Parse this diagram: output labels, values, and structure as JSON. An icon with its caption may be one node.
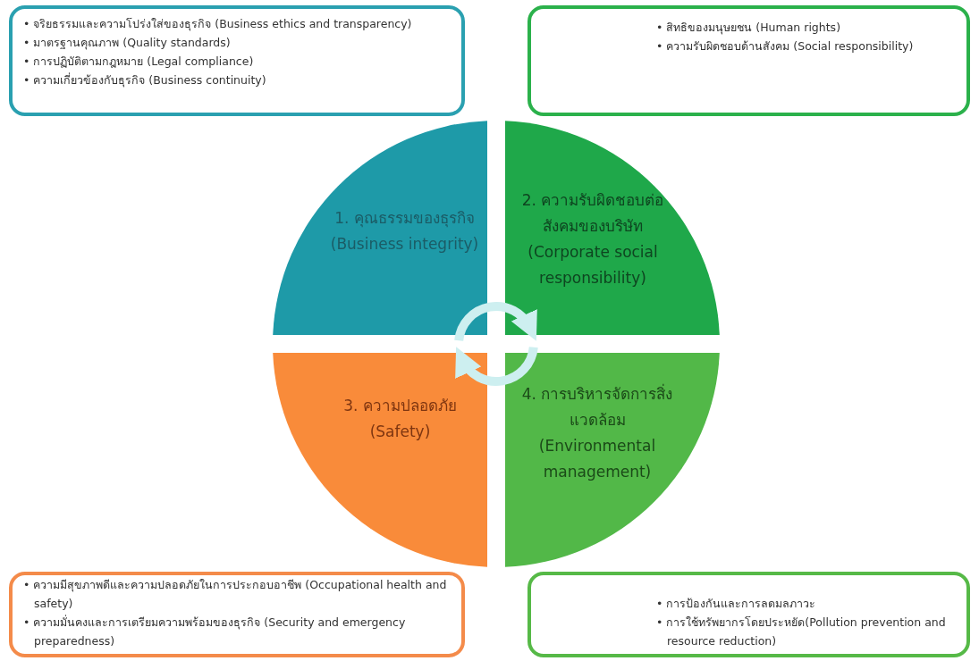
{
  "diagram": {
    "nodes": [
      {
        "text": [
          "• จริยธรรมและความโปร่งใส่ของธุรกิจ (Business ethics and transparency)",
          "• มาตรฐานคุณภาพ (Quality standards)",
          "• การปฏิบัติตามกฎหมาย (Legal compliance)",
          "• ความเกี่ยวข้องกับธุรกิจ (Business continuity)"
        ]
      },
      {
        "text": [
          "• สิทธิของมนุษยชน (Human rights)",
          "• ความรับผิดชอบด้านสังคม (Social responsibility)"
        ]
      },
      {
        "text": [
          "1. คุณธรรมของธุรกิจ (Business integrity)"
        ]
      },
      {
        "text": [
          "2. ความรับผิดชอบต่อสังคมของบริษัท (Corporate social responsibility)"
        ]
      },
      {
        "text": [
          "3. ความปลอดภัย (Safety)"
        ]
      },
      {
        "text": [
          "4. การบริหารจัดการสิ่งแวดล้อม (Environmental management)"
        ]
      },
      {
        "text": [
          "• ความมีสุขภาพดีและความปลอดภัยในการประกอบอาชีพ (Occupational health and safety)",
          "• ความมั่นคงและการเตรียมความพร้อมของธุรกิจ (Security and emergency preparedness)"
        ]
      },
      {
        "text": [
          "• การป้องกันและการลดมลภาวะ",
          "• การใช้ทรัพยากรโดยประหยัด(Pollution prevention and resource reduction)"
        ]
      }
    ],
    "edges": [
      {
        "from": 2,
        "to": 3,
        "arrow": "to"
      },
      {
        "from": 5,
        "to": 4,
        "arrow": "to"
      }
    ]
  }
}
